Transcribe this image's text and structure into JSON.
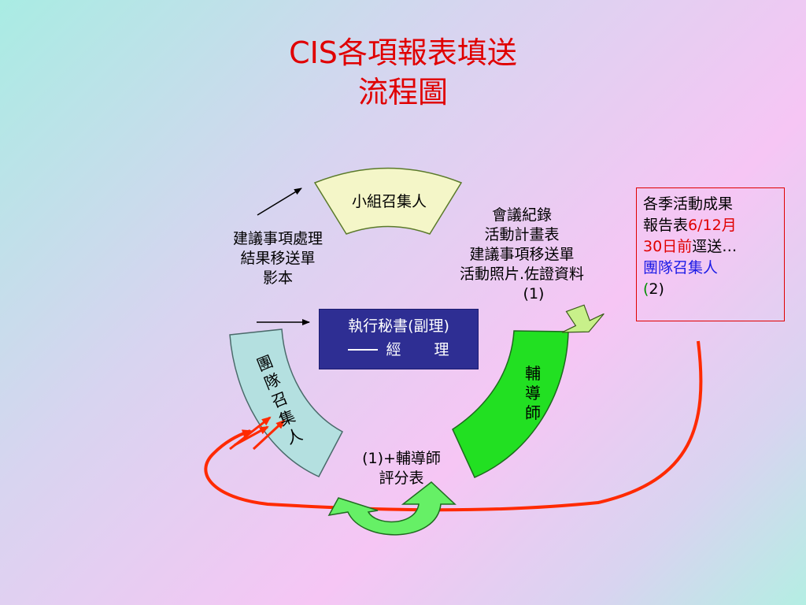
{
  "title": {
    "line1": "CIS各項報表填送",
    "line2": "流程圖"
  },
  "cycle": {
    "top_segment": "小組召集人",
    "right_segment": [
      "輔",
      "導",
      "師"
    ],
    "left_segment": [
      "團",
      "隊",
      "召",
      "集",
      "人"
    ]
  },
  "notes": {
    "right_top": [
      "會議紀錄",
      "活動計畫表",
      "建議事項移送單",
      "活動照片.佐證資料",
      "(1)"
    ],
    "left_top": [
      "建議事項處理",
      "結果移送單",
      "影本"
    ],
    "bottom": [
      "(1)+輔導師",
      "評分表"
    ]
  },
  "exec_box": {
    "line1": "執行秘書(副理)",
    "line2_a": "經",
    "line2_b": "理"
  },
  "deadline_box": {
    "line1": "各季活動成果",
    "line2_a": "報告表",
    "line2_b": "6/12",
    "line2_c": "月",
    "line3_a": "30",
    "line3_b": "日前",
    "line3_c": "逕送…",
    "line4": "團隊召集人",
    "line5_a": "(",
    "line5_b": "2)"
  },
  "colors": {
    "title": "#e00000",
    "top_segment_fill": "#f4f6c8",
    "right_segment_fill": "#22e022",
    "left_segment_fill": "#b4e0e0",
    "exec_box_fill": "#2e2e93",
    "red_path": "#ff2a00",
    "green_arrow": "#66f066",
    "small_arrow": "#c8f08a"
  }
}
